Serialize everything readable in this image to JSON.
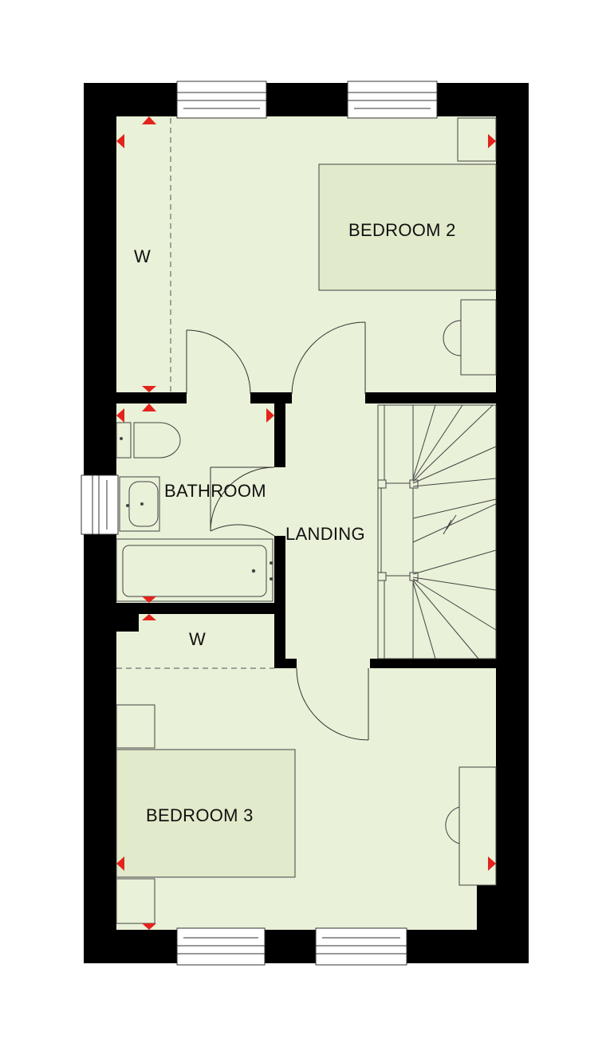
{
  "rooms": {
    "bedroom_2": "BEDROOM 2",
    "bathroom": "BATHROOM",
    "landing": "LANDING",
    "bedroom_3": "BEDROOM 3"
  },
  "wardrobes": {
    "bedroom_2": "W",
    "bedroom_3": "W"
  },
  "colors": {
    "wall": "#000000",
    "floor": "#e9f1d8",
    "arrow": "#e3231c",
    "line": "#333333"
  }
}
